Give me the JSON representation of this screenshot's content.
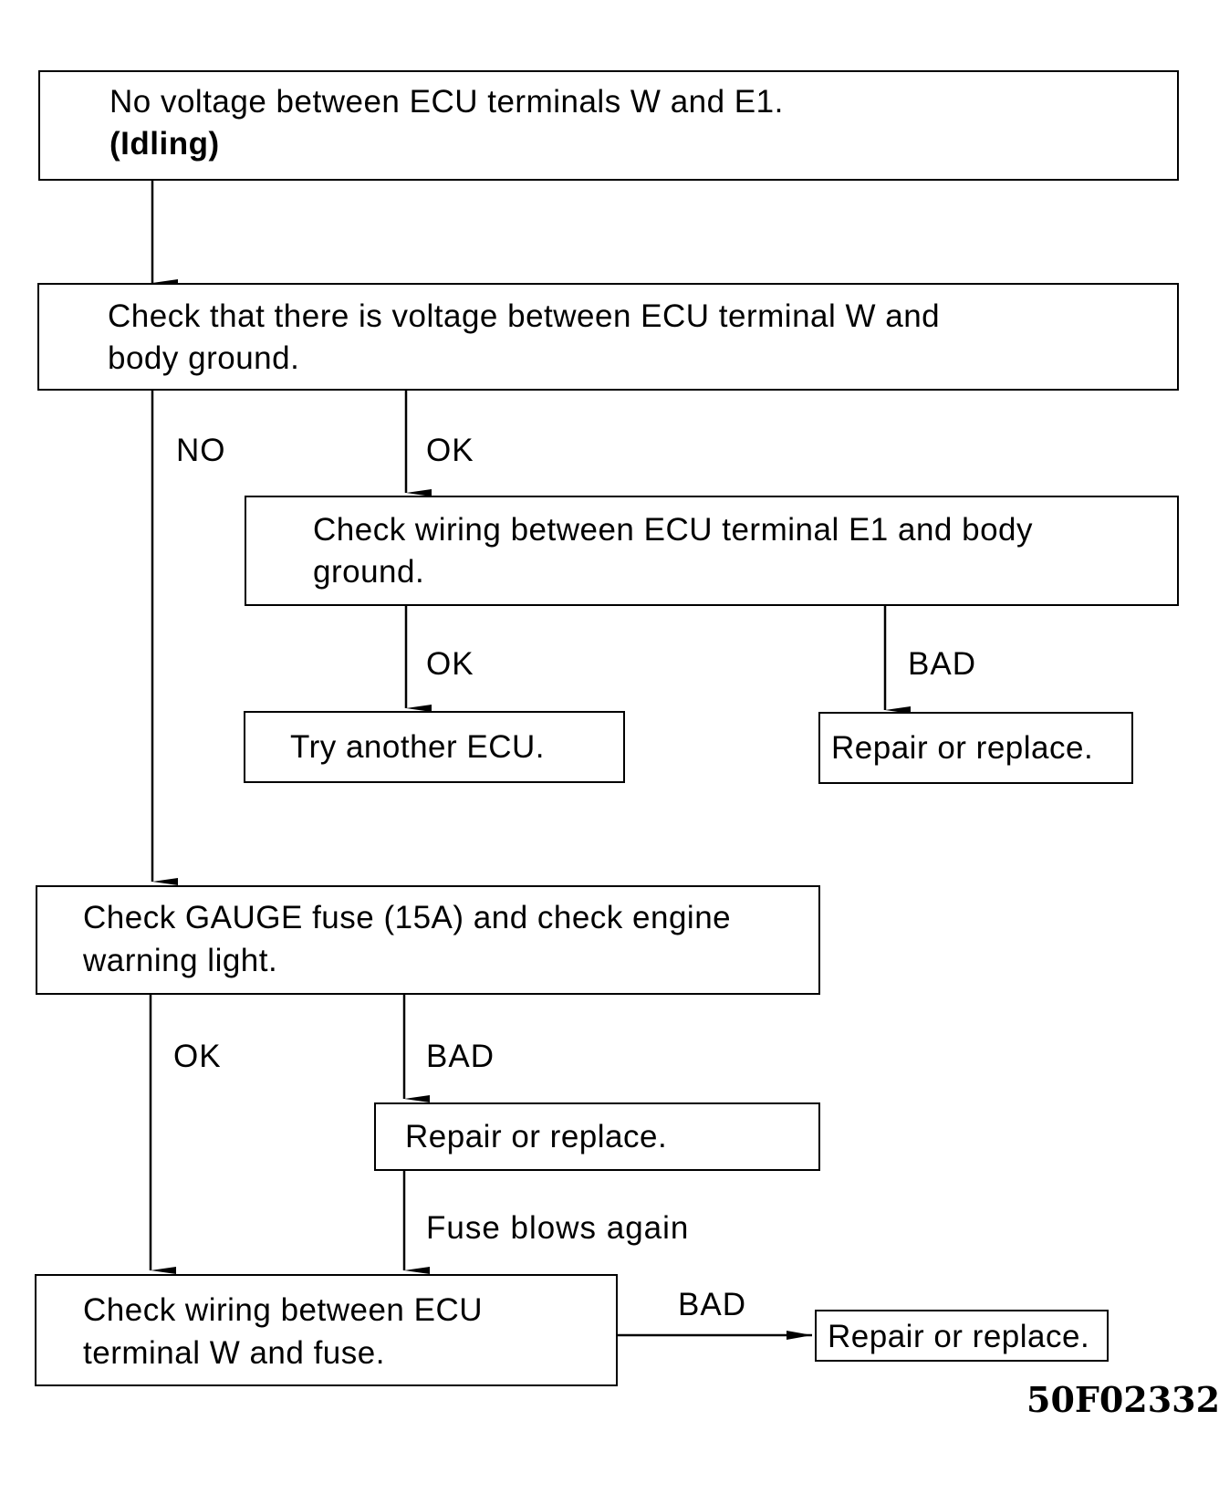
{
  "nodes": {
    "start": {
      "line1": "No voltage between ECU terminals W and E1.",
      "line2": "(Idling)"
    },
    "check_w": {
      "line1": "Check that there is voltage between ECU terminal W and",
      "line2": "body ground."
    },
    "check_e1": {
      "line1": "Check wiring between ECU terminal E1 and body",
      "line2": "ground."
    },
    "try_ecu": {
      "text": "Try another ECU."
    },
    "repair_1": {
      "text": "Repair or replace."
    },
    "check_fuse": {
      "line1": "Check GAUGE fuse (15A) and check engine",
      "line2": "warning light."
    },
    "repair_2": {
      "text": "Repair or replace."
    },
    "check_wiring_fuse": {
      "line1": "Check wiring between ECU",
      "line2": "terminal W and fuse."
    },
    "repair_3": {
      "text": "Repair or replace."
    }
  },
  "edge_labels": {
    "no": "NO",
    "ok_1": "OK",
    "ok_2": "OK",
    "bad_1": "BAD",
    "ok_3": "OK",
    "bad_2": "BAD",
    "fuse_blows": "Fuse blows again",
    "bad_3": "BAD"
  },
  "figure_code": "50F02332"
}
